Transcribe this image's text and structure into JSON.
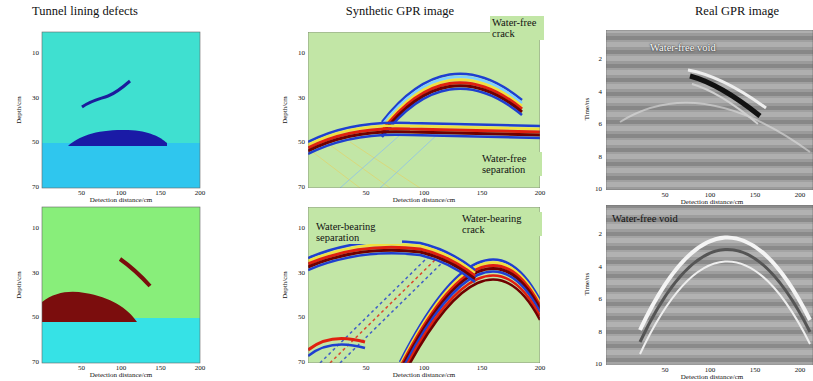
{
  "diagram": {
    "labels": [
      "Tunnel lining defects",
      "Synthetic GPR image",
      "Real GPR image",
      "10",
      "30",
      "50",
      "70",
      "50",
      "100",
      "150",
      "200",
      "Depth/cm",
      "Detection distance/cm",
      "10",
      "30",
      "50",
      "70",
      "50",
      "100",
      "150",
      "200",
      "Depth/cm",
      "Detection distance/cm",
      "Water-free crack",
      "Water-free separation",
      "Water-free void",
      "2",
      "4",
      "6",
      "8",
      "10",
      "50",
      "100",
      "150",
      "200",
      "Time/ns",
      "Detection distance/cm",
      "10",
      "30",
      "50",
      "70",
      "50",
      "100",
      "150",
      "200",
      "Depth/cm",
      "Detection distance/cm",
      "10",
      "30",
      "50",
      "70",
      "50",
      "100",
      "150",
      "200",
      "Depth/cm",
      "Detection distance/cm",
      "Water-bearing separation",
      "Water-bearing crack",
      "Water-free void",
      "2",
      "4",
      "6",
      "8",
      "10",
      "50",
      "100",
      "150",
      "200",
      "Time/ns",
      "Detection distance/cm"
    ]
  }
}
